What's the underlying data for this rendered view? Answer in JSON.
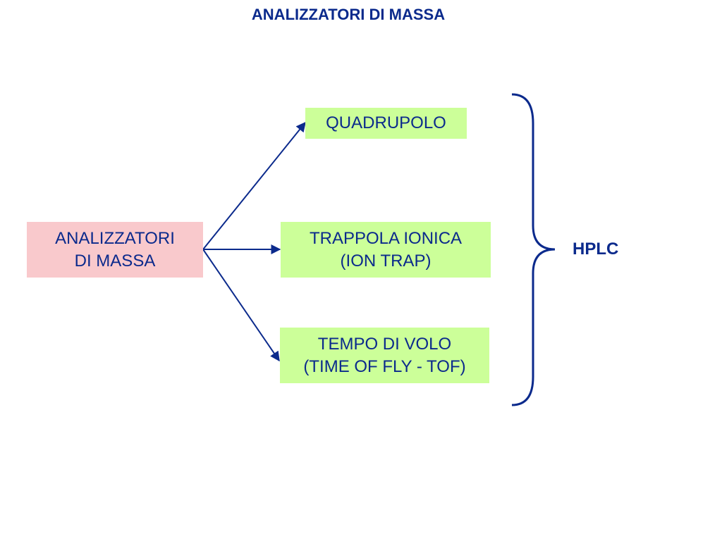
{
  "title": "ANALIZZATORI DI MASSA",
  "source": {
    "lines": [
      "ANALIZZATORI",
      "DI MASSA"
    ]
  },
  "targets": [
    {
      "lines": [
        "QUADRUPOLO"
      ]
    },
    {
      "lines": [
        "TRAPPOLA IONICA",
        "(ION TRAP)"
      ]
    },
    {
      "lines": [
        "TEMPO DI VOLO",
        "(TIME OF FLY - TOF)"
      ]
    }
  ],
  "bracket_label": "HPLC",
  "colors": {
    "text": "#0b2a8c",
    "source_fill": "#f9c9cc",
    "target_fill": "#ccff99",
    "lines": "#0b2a8c"
  }
}
